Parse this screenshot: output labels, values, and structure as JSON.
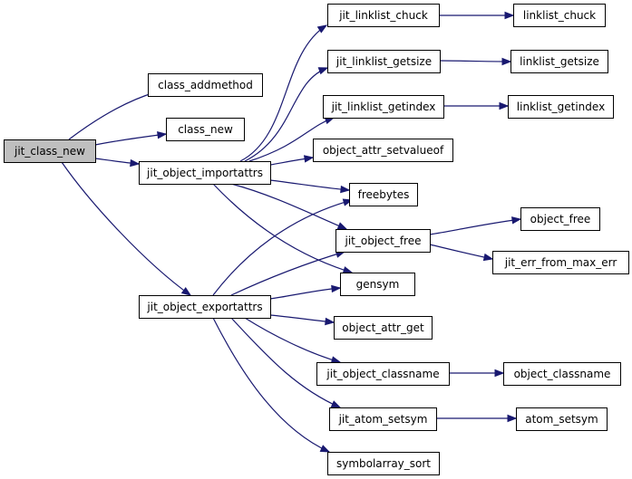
{
  "nodes": {
    "jit_class_new": "jit_class_new",
    "class_addmethod": "class_addmethod",
    "class_new": "class_new",
    "jit_object_importattrs": "jit_object_importattrs",
    "jit_object_exportattrs": "jit_object_exportattrs",
    "jit_linklist_chuck": "jit_linklist_chuck",
    "jit_linklist_getsize": "jit_linklist_getsize",
    "jit_linklist_getindex": "jit_linklist_getindex",
    "object_attr_setvalueof": "object_attr_setvalueof",
    "freebytes": "freebytes",
    "jit_object_free": "jit_object_free",
    "gensym": "gensym",
    "object_attr_get": "object_attr_get",
    "jit_object_classname": "jit_object_classname",
    "jit_atom_setsym": "jit_atom_setsym",
    "symbolarray_sort": "symbolarray_sort",
    "linklist_chuck": "linklist_chuck",
    "linklist_getsize": "linklist_getsize",
    "linklist_getindex": "linklist_getindex",
    "object_free": "object_free",
    "jit_err_from_max_err": "jit_err_from_max_err",
    "object_classname": "object_classname",
    "atom_setsym": "atom_setsym"
  },
  "edge_color": "#191970",
  "root_fill": "#bfbfbf"
}
